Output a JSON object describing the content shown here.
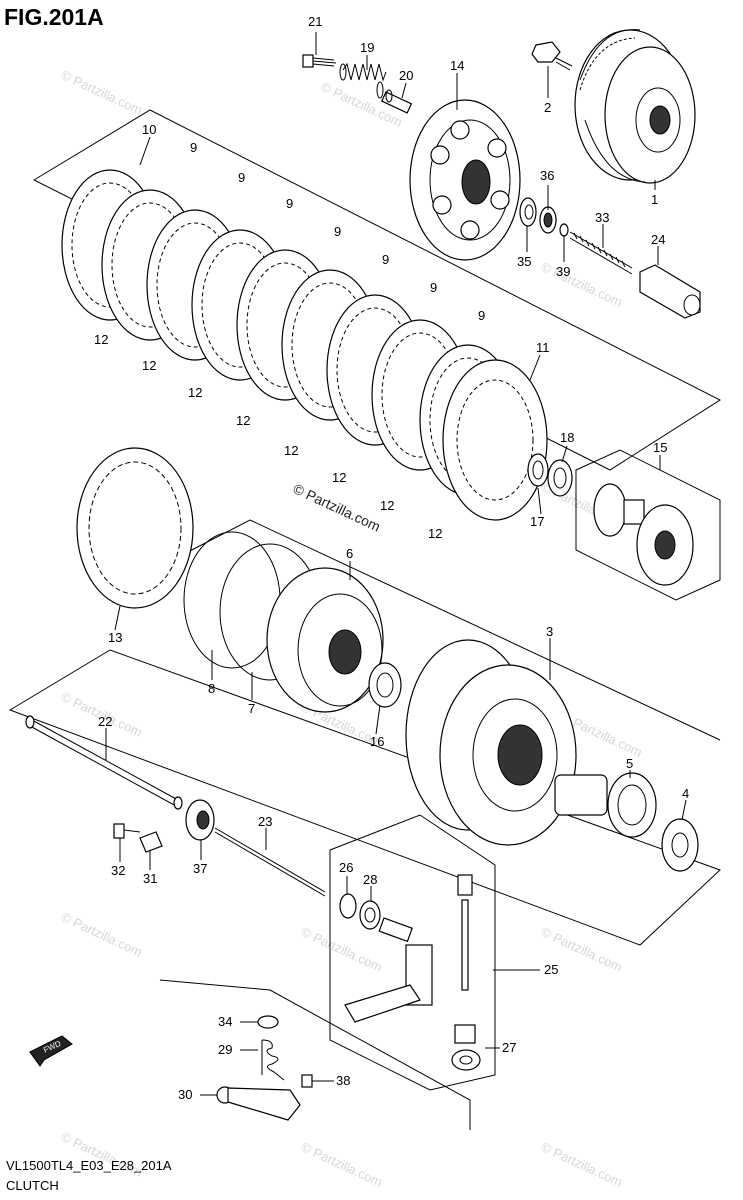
{
  "header": {
    "figure": "FIG.201A"
  },
  "footer": {
    "model_code": "VL1500TL4_E03_E28_201A",
    "section": "CLUTCH"
  },
  "watermark": {
    "main": "© Partzilla.com",
    "faint": "© Partzilla.com"
  },
  "fwd_label": "FWD",
  "labels": {
    "l1": "1",
    "l2": "2",
    "l3": "3",
    "l4": "4",
    "l5": "5",
    "l6": "6",
    "l7": "7",
    "l8": "8",
    "l9": "9",
    "l10": "10",
    "l11": "11",
    "l12": "12",
    "l13": "13",
    "l14": "14",
    "l15": "15",
    "l16": "16",
    "l17": "17",
    "l18": "18",
    "l19": "19",
    "l20": "20",
    "l21": "21",
    "l22": "22",
    "l23": "23",
    "l24": "24",
    "l25": "25",
    "l26": "26",
    "l27": "27",
    "l28": "28",
    "l29": "29",
    "l30": "30",
    "l31": "31",
    "l32": "32",
    "l33": "33",
    "l34": "34",
    "l35": "35",
    "l36": "36",
    "l37": "37",
    "l38": "38",
    "l39": "39"
  }
}
